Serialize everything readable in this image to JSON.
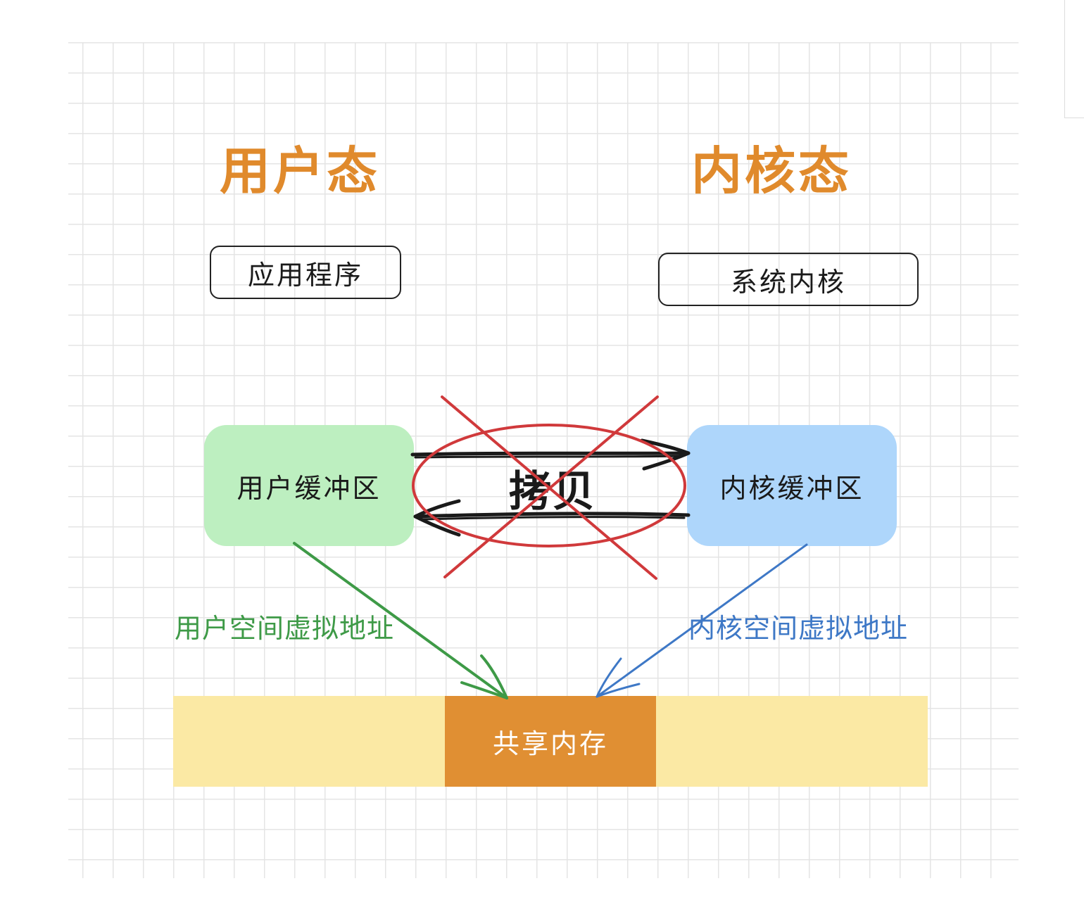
{
  "user_mode": {
    "title": "用户态",
    "app_box": "应用程序",
    "buffer": "用户缓冲区",
    "address_label": "用户空间虚拟地址"
  },
  "kernel_mode": {
    "title": "内核态",
    "kernel_box": "系统内核",
    "buffer": "内核缓冲区",
    "address_label": "内核空间虚拟地址"
  },
  "copy_label": "拷贝",
  "shared_memory": "共享内存",
  "colors": {
    "heading": "#e08a2c",
    "user_buffer": "#bdefc0",
    "kernel_buffer": "#aed6fb",
    "memory_strip": "#fbe9a4",
    "shared_memory": "#e08f33",
    "user_arrow": "#3e9a47",
    "kernel_arrow": "#3e78c6",
    "cross_out": "#d0393b"
  }
}
